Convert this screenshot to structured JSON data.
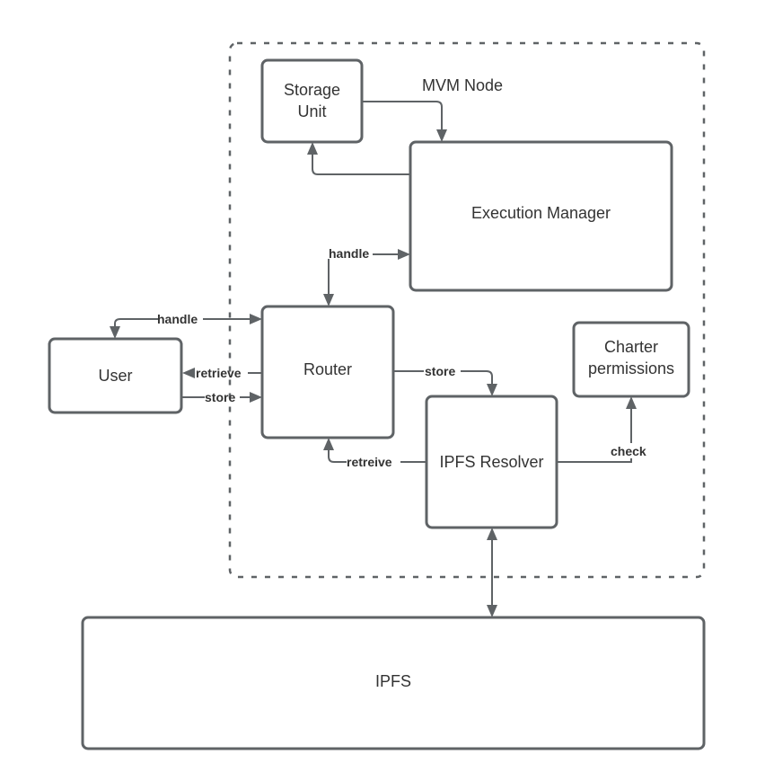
{
  "diagram": {
    "container": {
      "label": "MVM Node"
    },
    "nodes": {
      "storage_unit": {
        "line1": "Storage",
        "line2": "Unit"
      },
      "execution_manager": {
        "label": "Execution Manager"
      },
      "router": {
        "label": "Router"
      },
      "user": {
        "label": "User"
      },
      "charter_permissions": {
        "line1": "Charter",
        "line2": "permissions"
      },
      "ipfs_resolver": {
        "label": "IPFS Resolver"
      },
      "ipfs": {
        "label": "IPFS"
      }
    },
    "edges": {
      "storage_to_exec": {
        "from": "Storage Unit",
        "to": "Execution Manager",
        "label": ""
      },
      "exec_to_storage": {
        "from": "Execution Manager",
        "to": "Storage Unit",
        "label": ""
      },
      "router_exec_handle": {
        "from": "Router",
        "to": "Execution Manager",
        "label": "handle",
        "bidirectional": true
      },
      "user_router_handle": {
        "from": "Router",
        "to": "User",
        "label": "handle",
        "bidirectional": true
      },
      "router_to_user_retrieve": {
        "from": "Router",
        "to": "User",
        "label": "retrieve"
      },
      "user_to_router_store": {
        "from": "User",
        "to": "Router",
        "label": "store"
      },
      "router_to_resolver_store": {
        "from": "Router",
        "to": "IPFS Resolver",
        "label": "store"
      },
      "resolver_to_router_retreive": {
        "from": "IPFS Resolver",
        "to": "Router",
        "label": "retreive"
      },
      "resolver_to_charter_check": {
        "from": "IPFS Resolver",
        "to": "Charter permissions",
        "label": "check"
      },
      "resolver_ipfs": {
        "from": "IPFS Resolver",
        "to": "IPFS",
        "label": "",
        "bidirectional": true
      }
    },
    "colors": {
      "stroke": "#5f6366",
      "text": "#333333",
      "background": "#ffffff"
    }
  }
}
